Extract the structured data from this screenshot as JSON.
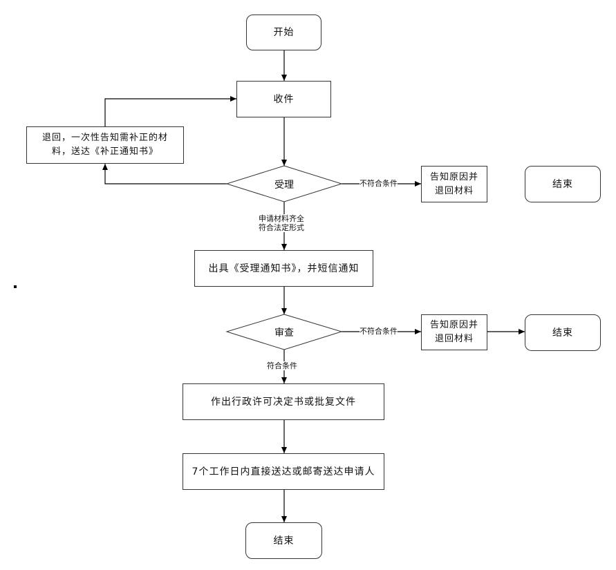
{
  "flowchart": {
    "start": "开始",
    "receive": "收件",
    "return_supplement": "退回，一次性告知需补正的材料，送达《补正通知书》",
    "accept": "受理",
    "accept_reject_label": "不符合条件",
    "notify_return_1": "告知原因并退回材料",
    "end_1": "结束",
    "accept_pass_label_line1": "申请材料齐全",
    "accept_pass_label_line2": "符合法定形式",
    "issue_notice": "出具《受理通知书》，并短信通知",
    "review": "审查",
    "review_reject_label": "不符合条件",
    "notify_return_2": "告知原因并退回材料",
    "end_2": "结束",
    "review_pass_label": "符合条件",
    "decision": "作出行政许可决定书或批复文件",
    "deliver": "7个工作日内直接送达或邮寄送达申请人",
    "end_3": "结束"
  },
  "colors": {
    "line": "#000000",
    "border": "#333333",
    "text": "#111111"
  }
}
